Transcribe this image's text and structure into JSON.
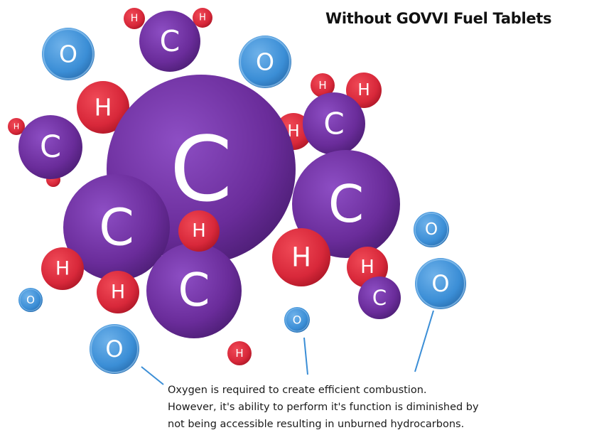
{
  "title": "Without GOVVI Fuel Tablets",
  "caption": {
    "lines": [
      "Oxygen is required to create efficient combustion.",
      "However, it's ability to perform it's function is diminished by",
      "not being accessible resulting in unburned hydrocarbons."
    ]
  },
  "colors": {
    "carbon": "#6a2c9a",
    "hydrogen": "#d8283a",
    "oxygen": "#3b8ed6",
    "pointer": "#3b8ed6"
  },
  "atoms": {
    "carbon": "C",
    "hydrogen": "H",
    "oxygen": "O"
  }
}
